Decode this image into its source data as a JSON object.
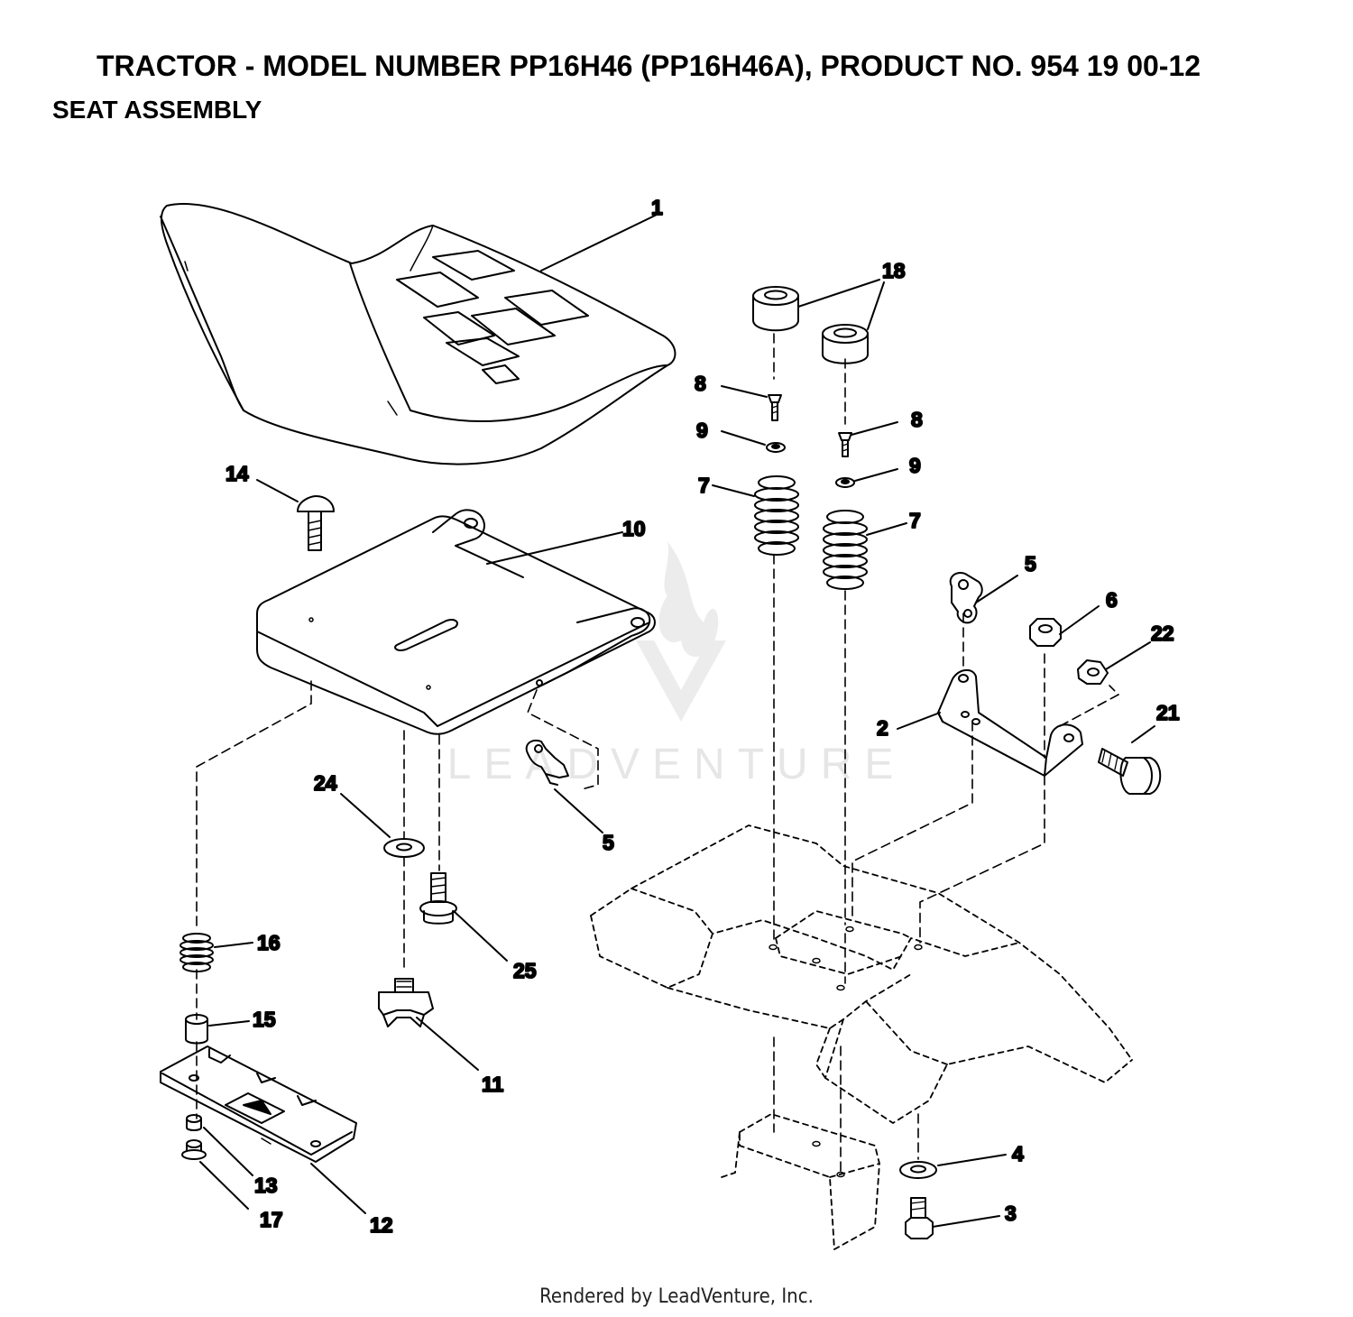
{
  "header": {
    "title": "TRACTOR - MODEL NUMBER PP16H46 (PP16H46A), PRODUCT NO. 954 19 00-12",
    "subtitle": "SEAT ASSEMBLY"
  },
  "watermark": {
    "text": "LEADVENTURE"
  },
  "footer": {
    "text": "Rendered by LeadVenture, Inc."
  },
  "callouts": {
    "seat": "1",
    "bracket": "2",
    "bolt": "3",
    "washer_lower": "4",
    "clip_right": "5",
    "clip_left": "5",
    "nut_6": "6",
    "spring_left": "7",
    "spring_right": "7",
    "screw_left": "8",
    "screw_right": "8",
    "washer_left": "9",
    "washer_right": "9",
    "seat_pan": "10",
    "knob": "11",
    "slide_plate": "12",
    "nut_13": "13",
    "carriage_bolt": "14",
    "spacer": "15",
    "spring_small": "16",
    "flange_nut": "17",
    "bumpers": "18",
    "shoulder_bolt": "21",
    "nut_22": "22",
    "washer_24": "24",
    "bolt_25": "25"
  }
}
